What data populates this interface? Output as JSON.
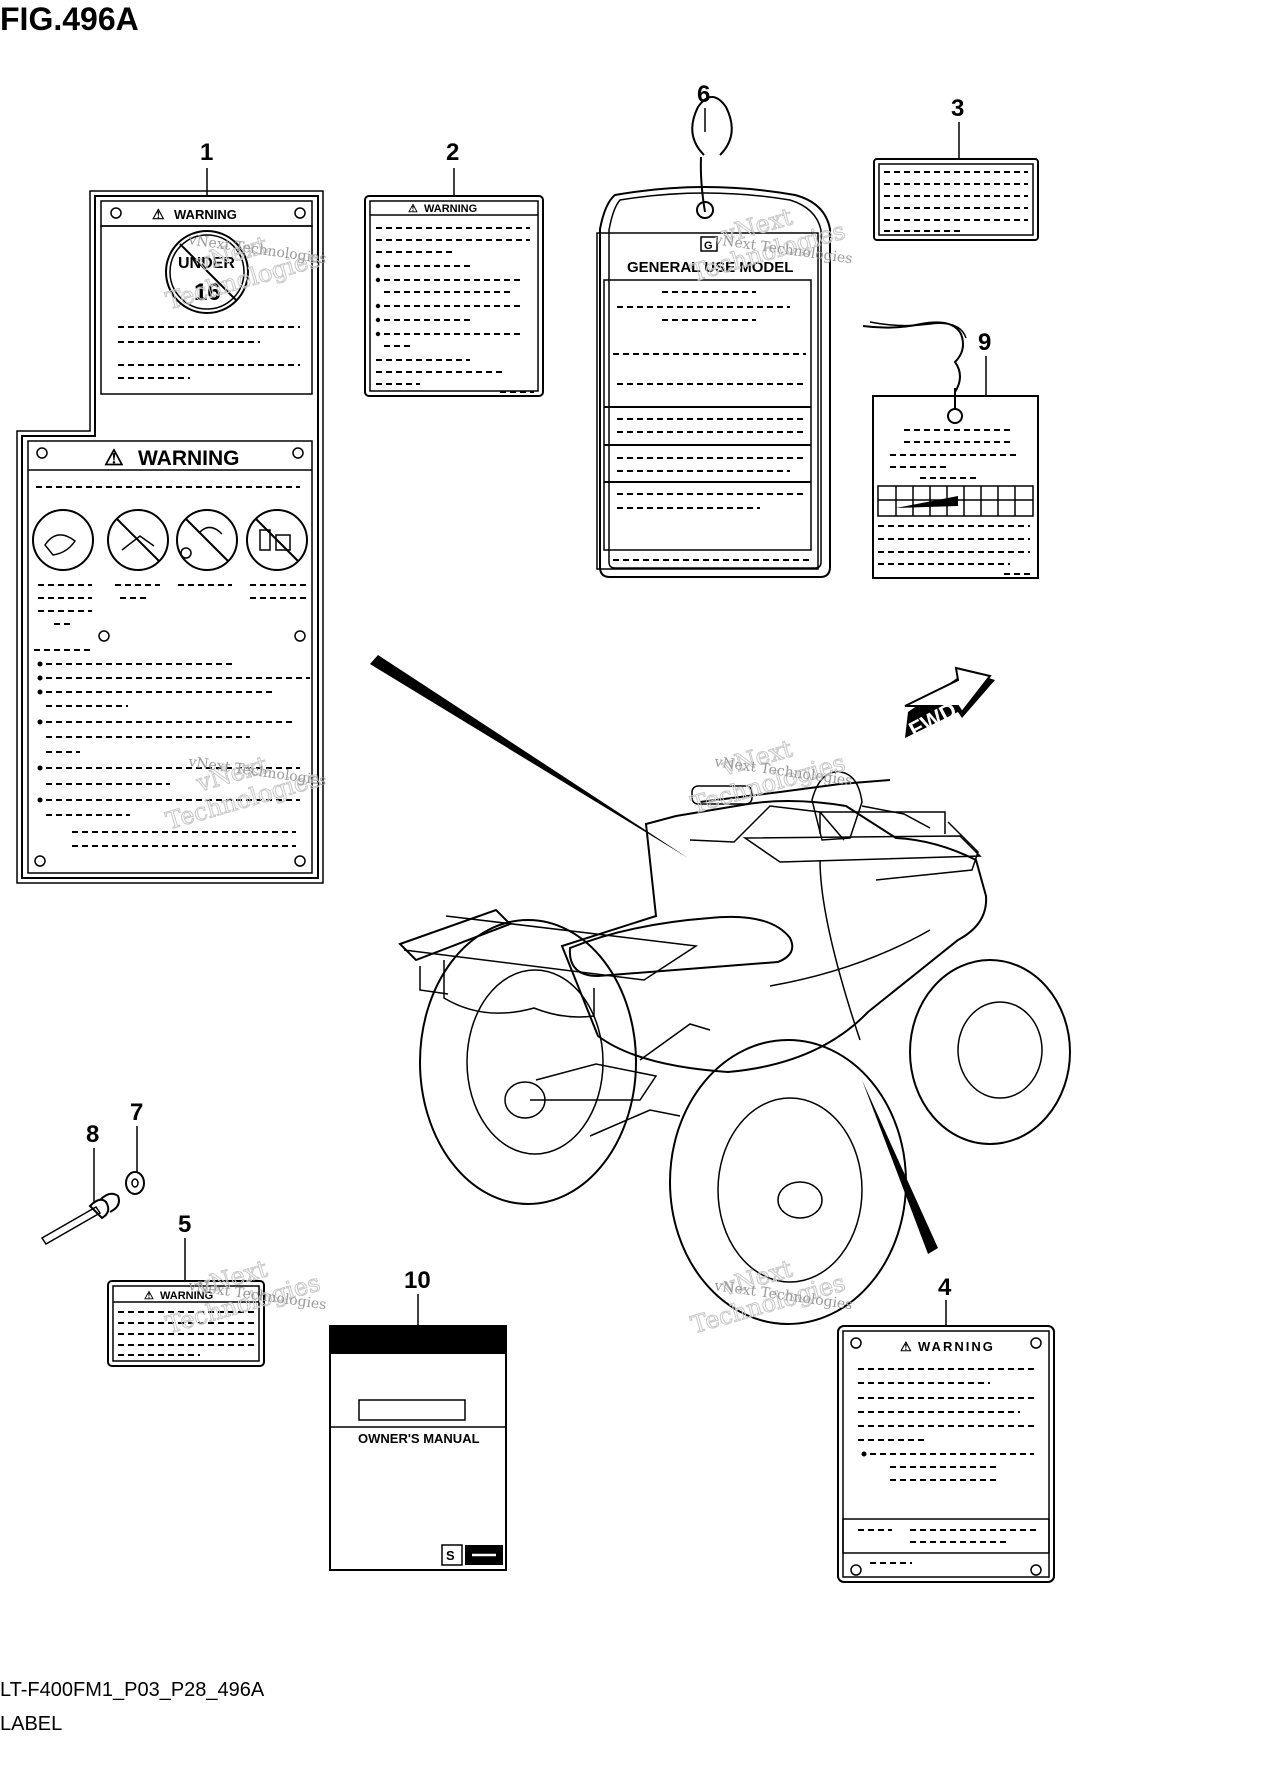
{
  "figure": {
    "title": "FIG.496A",
    "code": "LT-F400FM1_P03_P28_496A",
    "caption": "LABEL"
  },
  "callouts": [
    "1",
    "2",
    "3",
    "4",
    "5",
    "6",
    "7",
    "8",
    "9",
    "10"
  ],
  "labels": {
    "warning_1": "WARNING",
    "under": "UNDER",
    "sixteen": "16",
    "warning_1b": "WARNING",
    "warning_2": "WARNING",
    "general_use": "GENERAL USE MODEL",
    "warning_4": "WARNING",
    "warning_5": "WARNING",
    "owners_manual": "OWNER'S MANUAL",
    "fwd": "FWD"
  },
  "watermark": {
    "line1": "vNext",
    "line2": "Technologies",
    "small": "vNext Technologies"
  },
  "colors": {
    "line": "#000000",
    "background": "#ffffff",
    "watermark": "#c8c8c8"
  }
}
